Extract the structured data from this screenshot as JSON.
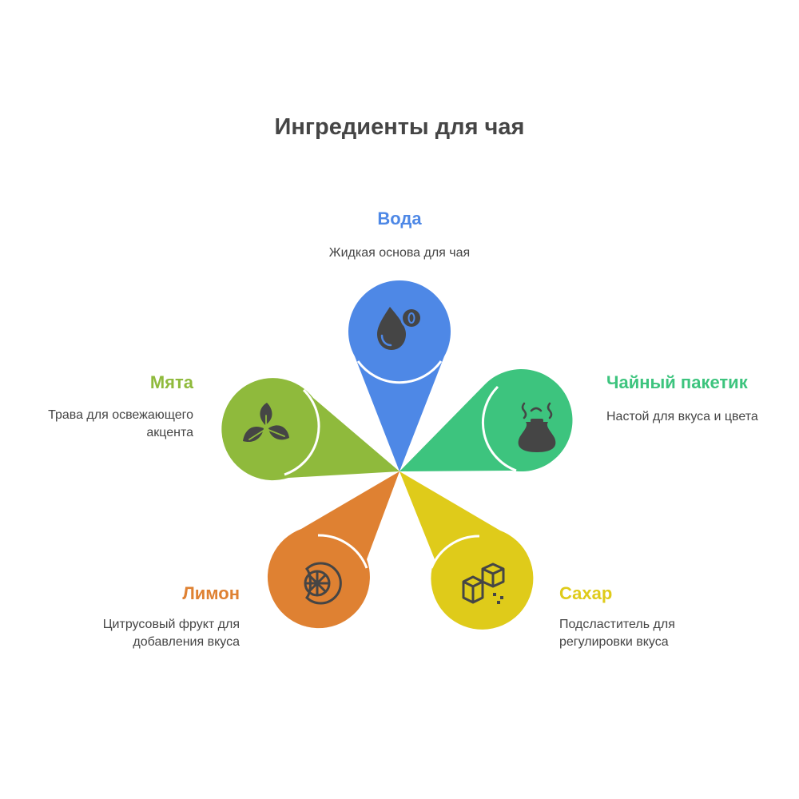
{
  "title": "Ингредиенты для чая",
  "colors": {
    "water": "#4e88e6",
    "teabag": "#3dc47e",
    "sugar": "#dfcb1a",
    "lemon": "#df8132",
    "mint": "#8fba3c",
    "icon": "#454545",
    "text": "#454545"
  },
  "items": [
    {
      "label": "Вода",
      "description": "Жидкая основа для чая",
      "icon": "water-drop-icon"
    },
    {
      "label": "Чайный пакетик",
      "description": "Настой для вкуса и цвета",
      "icon": "tea-bag-icon"
    },
    {
      "label": "Сахар",
      "description": "Подсластитель для регулировки вкуса",
      "icon": "sugar-cubes-icon"
    },
    {
      "label": "Лимон",
      "description": "Цитрусовый фрукт для добавления вкуса",
      "icon": "lemon-slice-icon"
    },
    {
      "label": "Мята",
      "description": "Трава для освежающего акцента",
      "icon": "mint-leaves-icon"
    }
  ]
}
